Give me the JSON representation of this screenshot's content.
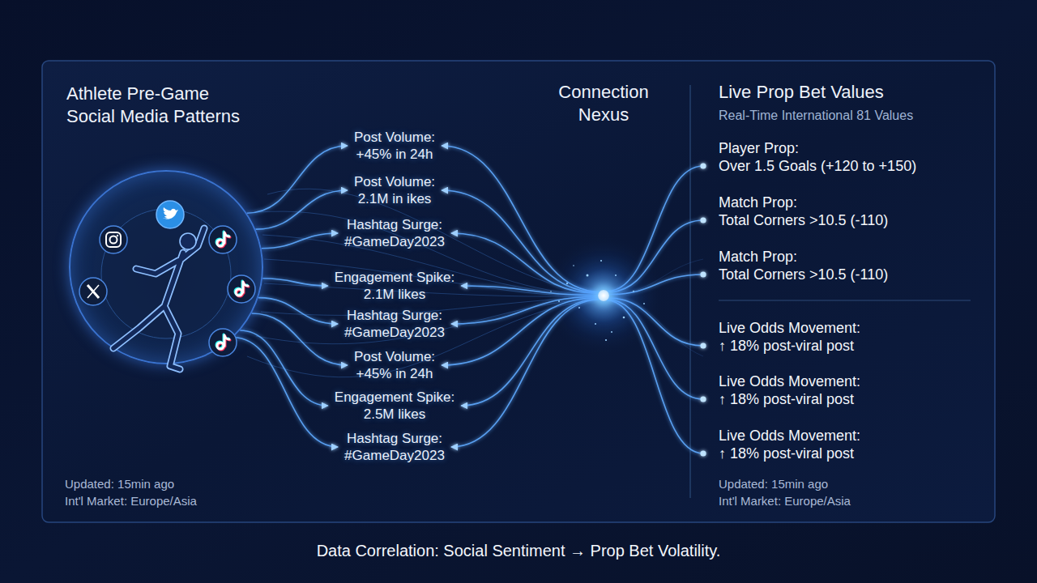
{
  "diagram": {
    "caption": "Data Correlation: Social Sentiment → Prop Bet Volatility.",
    "nodes": [
      {
        "text": [
          "Athlete Pre-Game Social Media Patterns"
        ]
      },
      {
        "text": [
          "Post Volume:",
          "+45% in 24h"
        ]
      },
      {
        "text": [
          "Post Volume:",
          "2.1M in ikes"
        ]
      },
      {
        "text": [
          "Hashtag Surge:",
          "#GameDay2023"
        ]
      },
      {
        "text": [
          "Engagement Spike:",
          "2.1M likes"
        ]
      },
      {
        "text": [
          "Hashtag Surge:",
          "#GameDay2023"
        ]
      },
      {
        "text": [
          "Post Volume:",
          "+45% in 24h"
        ]
      },
      {
        "text": [
          "Engagement Spike:",
          "2.5M likes"
        ]
      },
      {
        "text": [
          "Hashtag Surge:",
          "#GameDay2023"
        ]
      },
      {
        "text": [
          "Connection Nexus"
        ]
      },
      {
        "text": [
          "Player Prop:",
          "Over 1.5 Goals (+120 to +150)"
        ]
      },
      {
        "text": [
          "Match Prop:",
          "Total Corners >10.5 (-110)"
        ]
      },
      {
        "text": [
          "Match Prop:",
          "Total Corners >10.5 (-110)"
        ]
      },
      {
        "text": [
          "Live Odds Movement:",
          "↑ 18% post-viral post"
        ]
      },
      {
        "text": [
          "Live Odds Movement:",
          "↑ 18% post-viral post"
        ]
      },
      {
        "text": [
          "Live Odds Movement:",
          "↑ 18% post-viral post"
        ]
      }
    ],
    "edges": [
      {
        "from": 0,
        "to": 1,
        "arrow": "to"
      },
      {
        "from": 0,
        "to": 2,
        "arrow": "to"
      },
      {
        "from": 0,
        "to": 3,
        "arrow": "to"
      },
      {
        "from": 0,
        "to": 4,
        "arrow": "to"
      },
      {
        "from": 0,
        "to": 5,
        "arrow": "to"
      },
      {
        "from": 0,
        "to": 6,
        "arrow": "to"
      },
      {
        "from": 0,
        "to": 7,
        "arrow": "to"
      },
      {
        "from": 0,
        "to": 8,
        "arrow": "to"
      },
      {
        "from": 9,
        "to": 1,
        "arrow": "to"
      },
      {
        "from": 9,
        "to": 2,
        "arrow": "to"
      },
      {
        "from": 9,
        "to": 3,
        "arrow": "to"
      },
      {
        "from": 9,
        "to": 4,
        "arrow": "to"
      },
      {
        "from": 9,
        "to": 5,
        "arrow": "to"
      },
      {
        "from": 9,
        "to": 6,
        "arrow": "to"
      },
      {
        "from": 9,
        "to": 7,
        "arrow": "to"
      },
      {
        "from": 9,
        "to": 8,
        "arrow": "to"
      },
      {
        "from": 9,
        "to": 10,
        "arrow": "none"
      },
      {
        "from": 9,
        "to": 11,
        "arrow": "none"
      },
      {
        "from": 9,
        "to": 12,
        "arrow": "none"
      },
      {
        "from": 9,
        "to": 13,
        "arrow": "none"
      },
      {
        "from": 9,
        "to": 14,
        "arrow": "none"
      },
      {
        "from": 9,
        "to": 15,
        "arrow": "none"
      }
    ],
    "labels": [
      "Live Prop Bet Values",
      "Real-Time International 81 Values",
      "Updated: 15min ago",
      "Int'l Market: Europe/Asia",
      "Updated: 15min ago",
      "Int'l Market: Europe/Asia"
    ]
  }
}
